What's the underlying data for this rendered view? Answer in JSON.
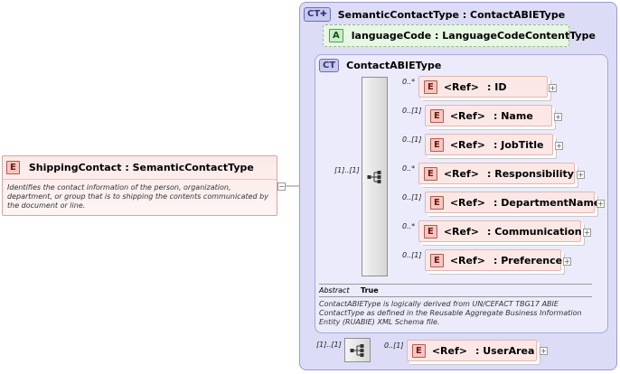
{
  "root": {
    "badge": "E",
    "title": "ShippingContact : SemanticContactType",
    "documentation": "Identifies the contact information of the person, organization, department, or group that is to shipping the contents communicated by the document or line."
  },
  "outer_type": {
    "badge": "CT",
    "title": "SemanticContactType : ContactABIEType"
  },
  "attribute": {
    "badge": "A",
    "title": "languageCode : LanguageCodeContentType"
  },
  "inner_type": {
    "badge": "CT",
    "title": "ContactABIEType",
    "sequence_cardinality": "[1]..[1]",
    "abstract_label": "Abstract",
    "abstract_value": "True",
    "documentation": "ContactABIEType is logically derived from UN/CEFACT TBG17 ABIE ContactType as defined in the Reusable Aggregate Business Information Entity (RUABIE) XML Schema file."
  },
  "elements": [
    {
      "badge": "E",
      "ref": "<Ref>",
      "name": ": ID",
      "cardinality": "0..*"
    },
    {
      "badge": "E",
      "ref": "<Ref>",
      "name": ": Name",
      "cardinality": "0..[1]"
    },
    {
      "badge": "E",
      "ref": "<Ref>",
      "name": ": JobTitle",
      "cardinality": "0..[1]"
    },
    {
      "badge": "E",
      "ref": "<Ref>",
      "name": ": Responsibility",
      "cardinality": "0..*"
    },
    {
      "badge": "E",
      "ref": "<Ref>",
      "name": ": DepartmentName",
      "cardinality": "0..[1]"
    },
    {
      "badge": "E",
      "ref": "<Ref>",
      "name": ": Communication",
      "cardinality": "0..*"
    },
    {
      "badge": "E",
      "ref": "<Ref>",
      "name": ": Preference",
      "cardinality": "0..[1]"
    }
  ],
  "outer_sequence": {
    "cardinality": "[1]..[1]",
    "element": {
      "badge": "E",
      "ref": "<Ref>",
      "name": ": UserArea",
      "cardinality": "0..[1]"
    }
  },
  "icons": {
    "collapse": "minus-icon",
    "expand": "plus-icon",
    "sequence": "sequence-compositor-icon",
    "extension": "complex-type-extension-icon"
  },
  "colors": {
    "element_fill": "#fbe8e6",
    "complex_type_fill": "#dcdcf6",
    "attribute_fill": "#e6f7e2"
  }
}
